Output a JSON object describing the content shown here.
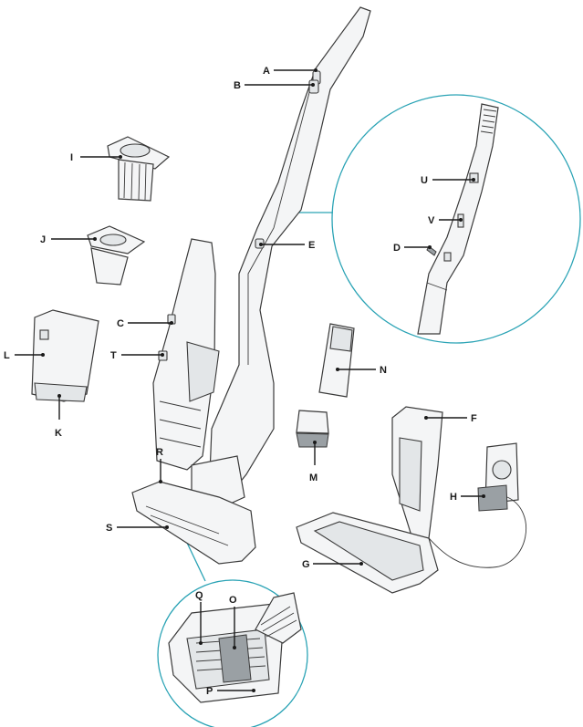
{
  "colors": {
    "detail_circle": "#2aa3b5",
    "outline": "#3a3a3a",
    "body_fill": "#f4f5f6"
  },
  "labels": {
    "A": "A",
    "B": "B",
    "C": "C",
    "D": "D",
    "E": "E",
    "F": "F",
    "G": "G",
    "H": "H",
    "I": "I",
    "J": "J",
    "K": "K",
    "L": "L",
    "M": "M",
    "N": "N",
    "O": "O",
    "P": "P",
    "Q": "Q",
    "R": "R",
    "S": "S",
    "T": "T",
    "U": "U",
    "V": "V"
  }
}
